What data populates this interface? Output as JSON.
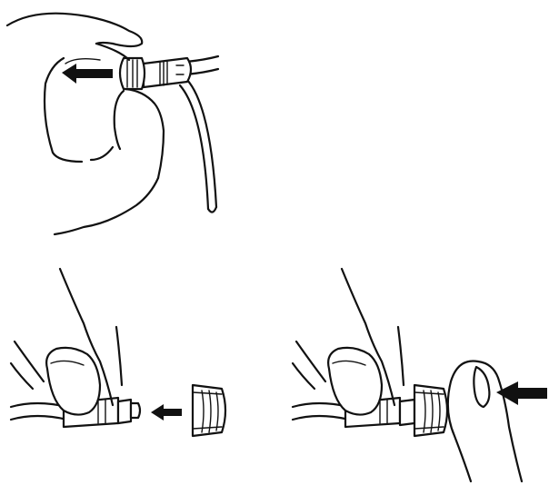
{
  "illustration": {
    "colors": {
      "line": "#111111",
      "fill": "#ffffff",
      "arrow": "#111111"
    },
    "panels": [
      {
        "panel": "remove-cap",
        "arrow_icon": "arrow-left-icon"
      },
      {
        "panel": "align-cap",
        "arrow_icon": "arrow-left-icon"
      },
      {
        "panel": "press-cap-on",
        "arrow_icon": "arrow-left-icon"
      }
    ]
  }
}
